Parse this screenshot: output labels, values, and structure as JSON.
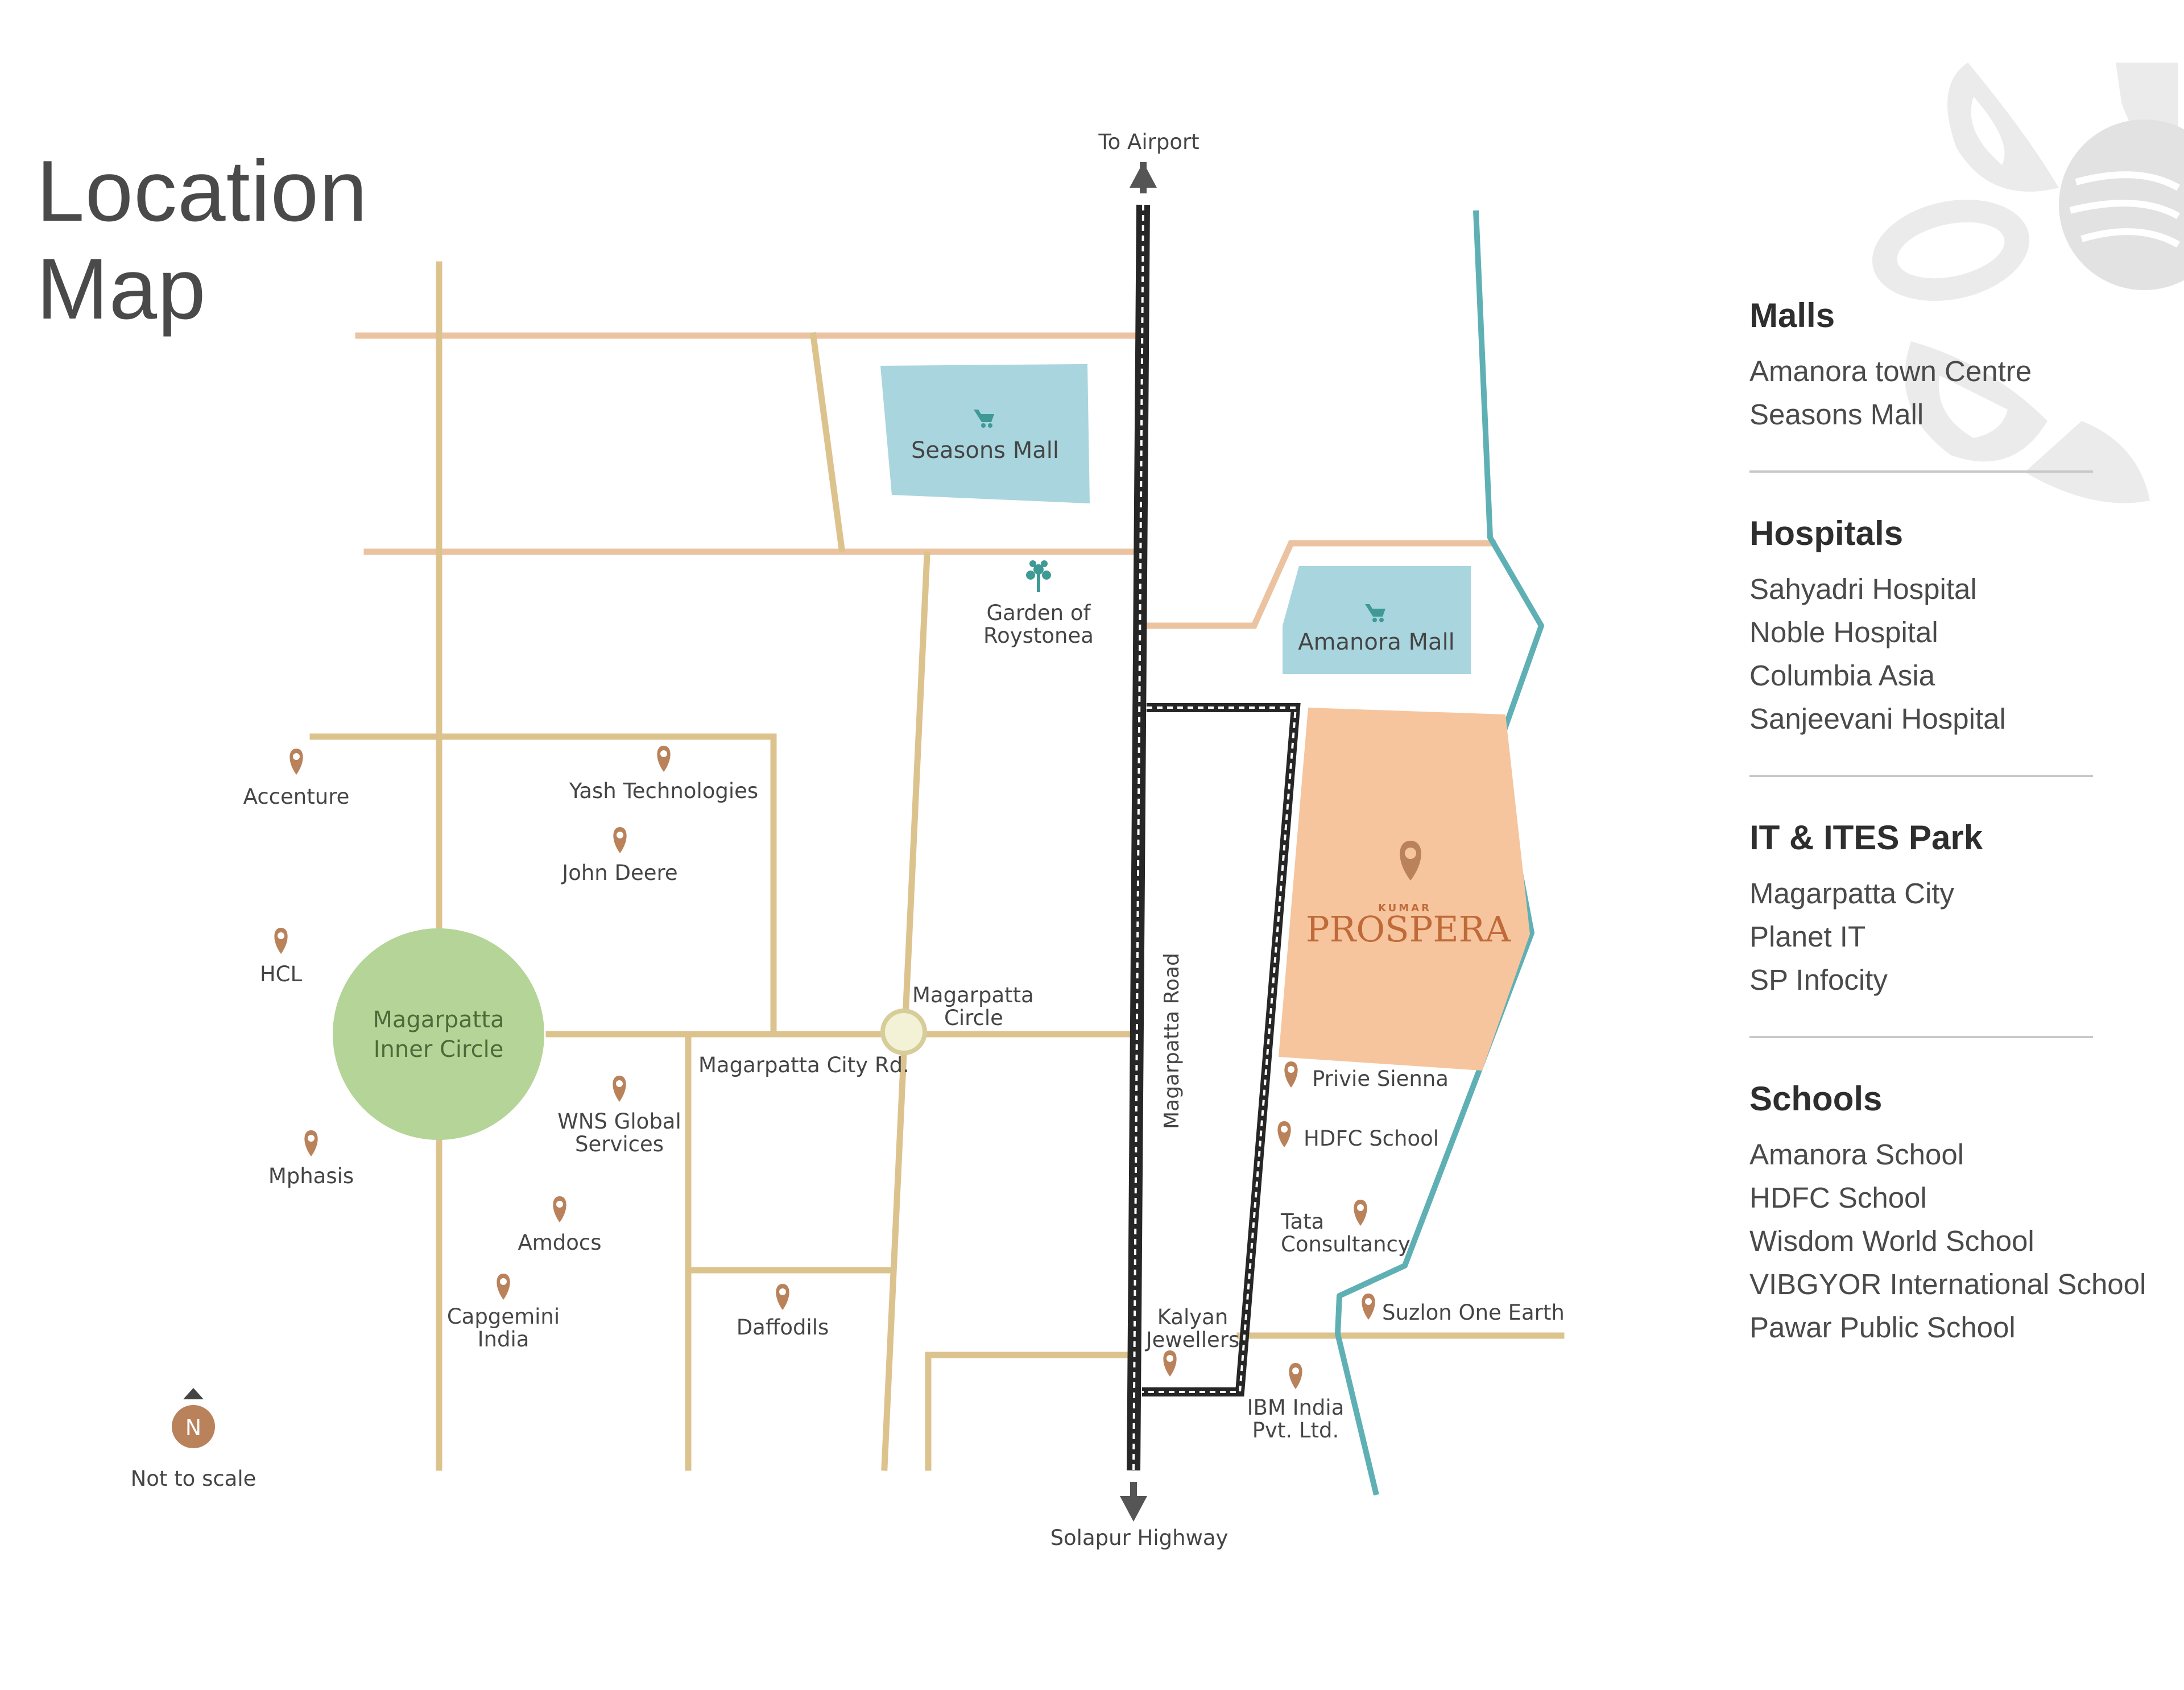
{
  "title": {
    "line1": "Location",
    "line2": "Map"
  },
  "map": {
    "to_airport": "To Airport",
    "solapur_highway": "Solapur Highway",
    "magarpatta_road": "Magarpatta Road",
    "magarpatta_city_rd": "Magarpatta City Rd.",
    "magarpatta_circle": [
      "Magarpatta",
      "Circle"
    ],
    "inner_circle": [
      "Magarpatta",
      "Inner Circle"
    ],
    "seasons_mall": "Seasons Mall",
    "amanora_mall": "Amanora Mall",
    "garden": [
      "Garden of",
      "Roystonea"
    ],
    "project_brand": "KUMAR",
    "project_name": "PROSPERA",
    "not_to_scale": "Not to scale",
    "north": "N",
    "landmarks": {
      "accenture": [
        "Accenture"
      ],
      "yash": [
        "Yash Technologies"
      ],
      "john_deere": [
        "John Deere"
      ],
      "hcl": [
        "HCL"
      ],
      "wns": [
        "WNS Global",
        "Services"
      ],
      "mphasis": [
        "Mphasis"
      ],
      "amdocs": [
        "Amdocs"
      ],
      "capgemini": [
        "Capgemini",
        "India"
      ],
      "daffodils": [
        "Daffodils"
      ],
      "privie": [
        "Privie Sienna"
      ],
      "hdfc": [
        "HDFC School"
      ],
      "tata": [
        "Tata",
        "Consultancy"
      ],
      "suzlon": [
        "Suzlon One Earth"
      ],
      "kalyan": [
        "Kalyan",
        "Jewellers"
      ],
      "ibm": [
        "IBM India",
        "Pvt. Ltd."
      ]
    },
    "colors": {
      "road_tan": "#dcc38e",
      "road_peach": "#ecc3a1",
      "highway": "#262626",
      "river": "#5fb0b5",
      "mall_fill": "#a9d5de",
      "project_fill": "#f6c59d",
      "circle_fill": "#b5d497",
      "pin": "#b9825a",
      "icon_teal": "#3f9a96"
    }
  },
  "legend": {
    "malls": {
      "heading": "Malls",
      "items": [
        "Amanora town Centre",
        "Seasons Mall"
      ]
    },
    "hospitals": {
      "heading": "Hospitals",
      "items": [
        "Sahyadri Hospital",
        "Noble Hospital",
        "Columbia Asia",
        "Sanjeevani Hospital"
      ]
    },
    "it": {
      "heading": "IT & ITES Park",
      "items": [
        "Magarpatta City",
        "Planet IT",
        "SP Infocity"
      ]
    },
    "schools": {
      "heading": "Schools",
      "items": [
        "Amanora School",
        "HDFC School",
        "Wisdom World School",
        "VIBGYOR International School",
        "Pawar Public School"
      ]
    }
  }
}
